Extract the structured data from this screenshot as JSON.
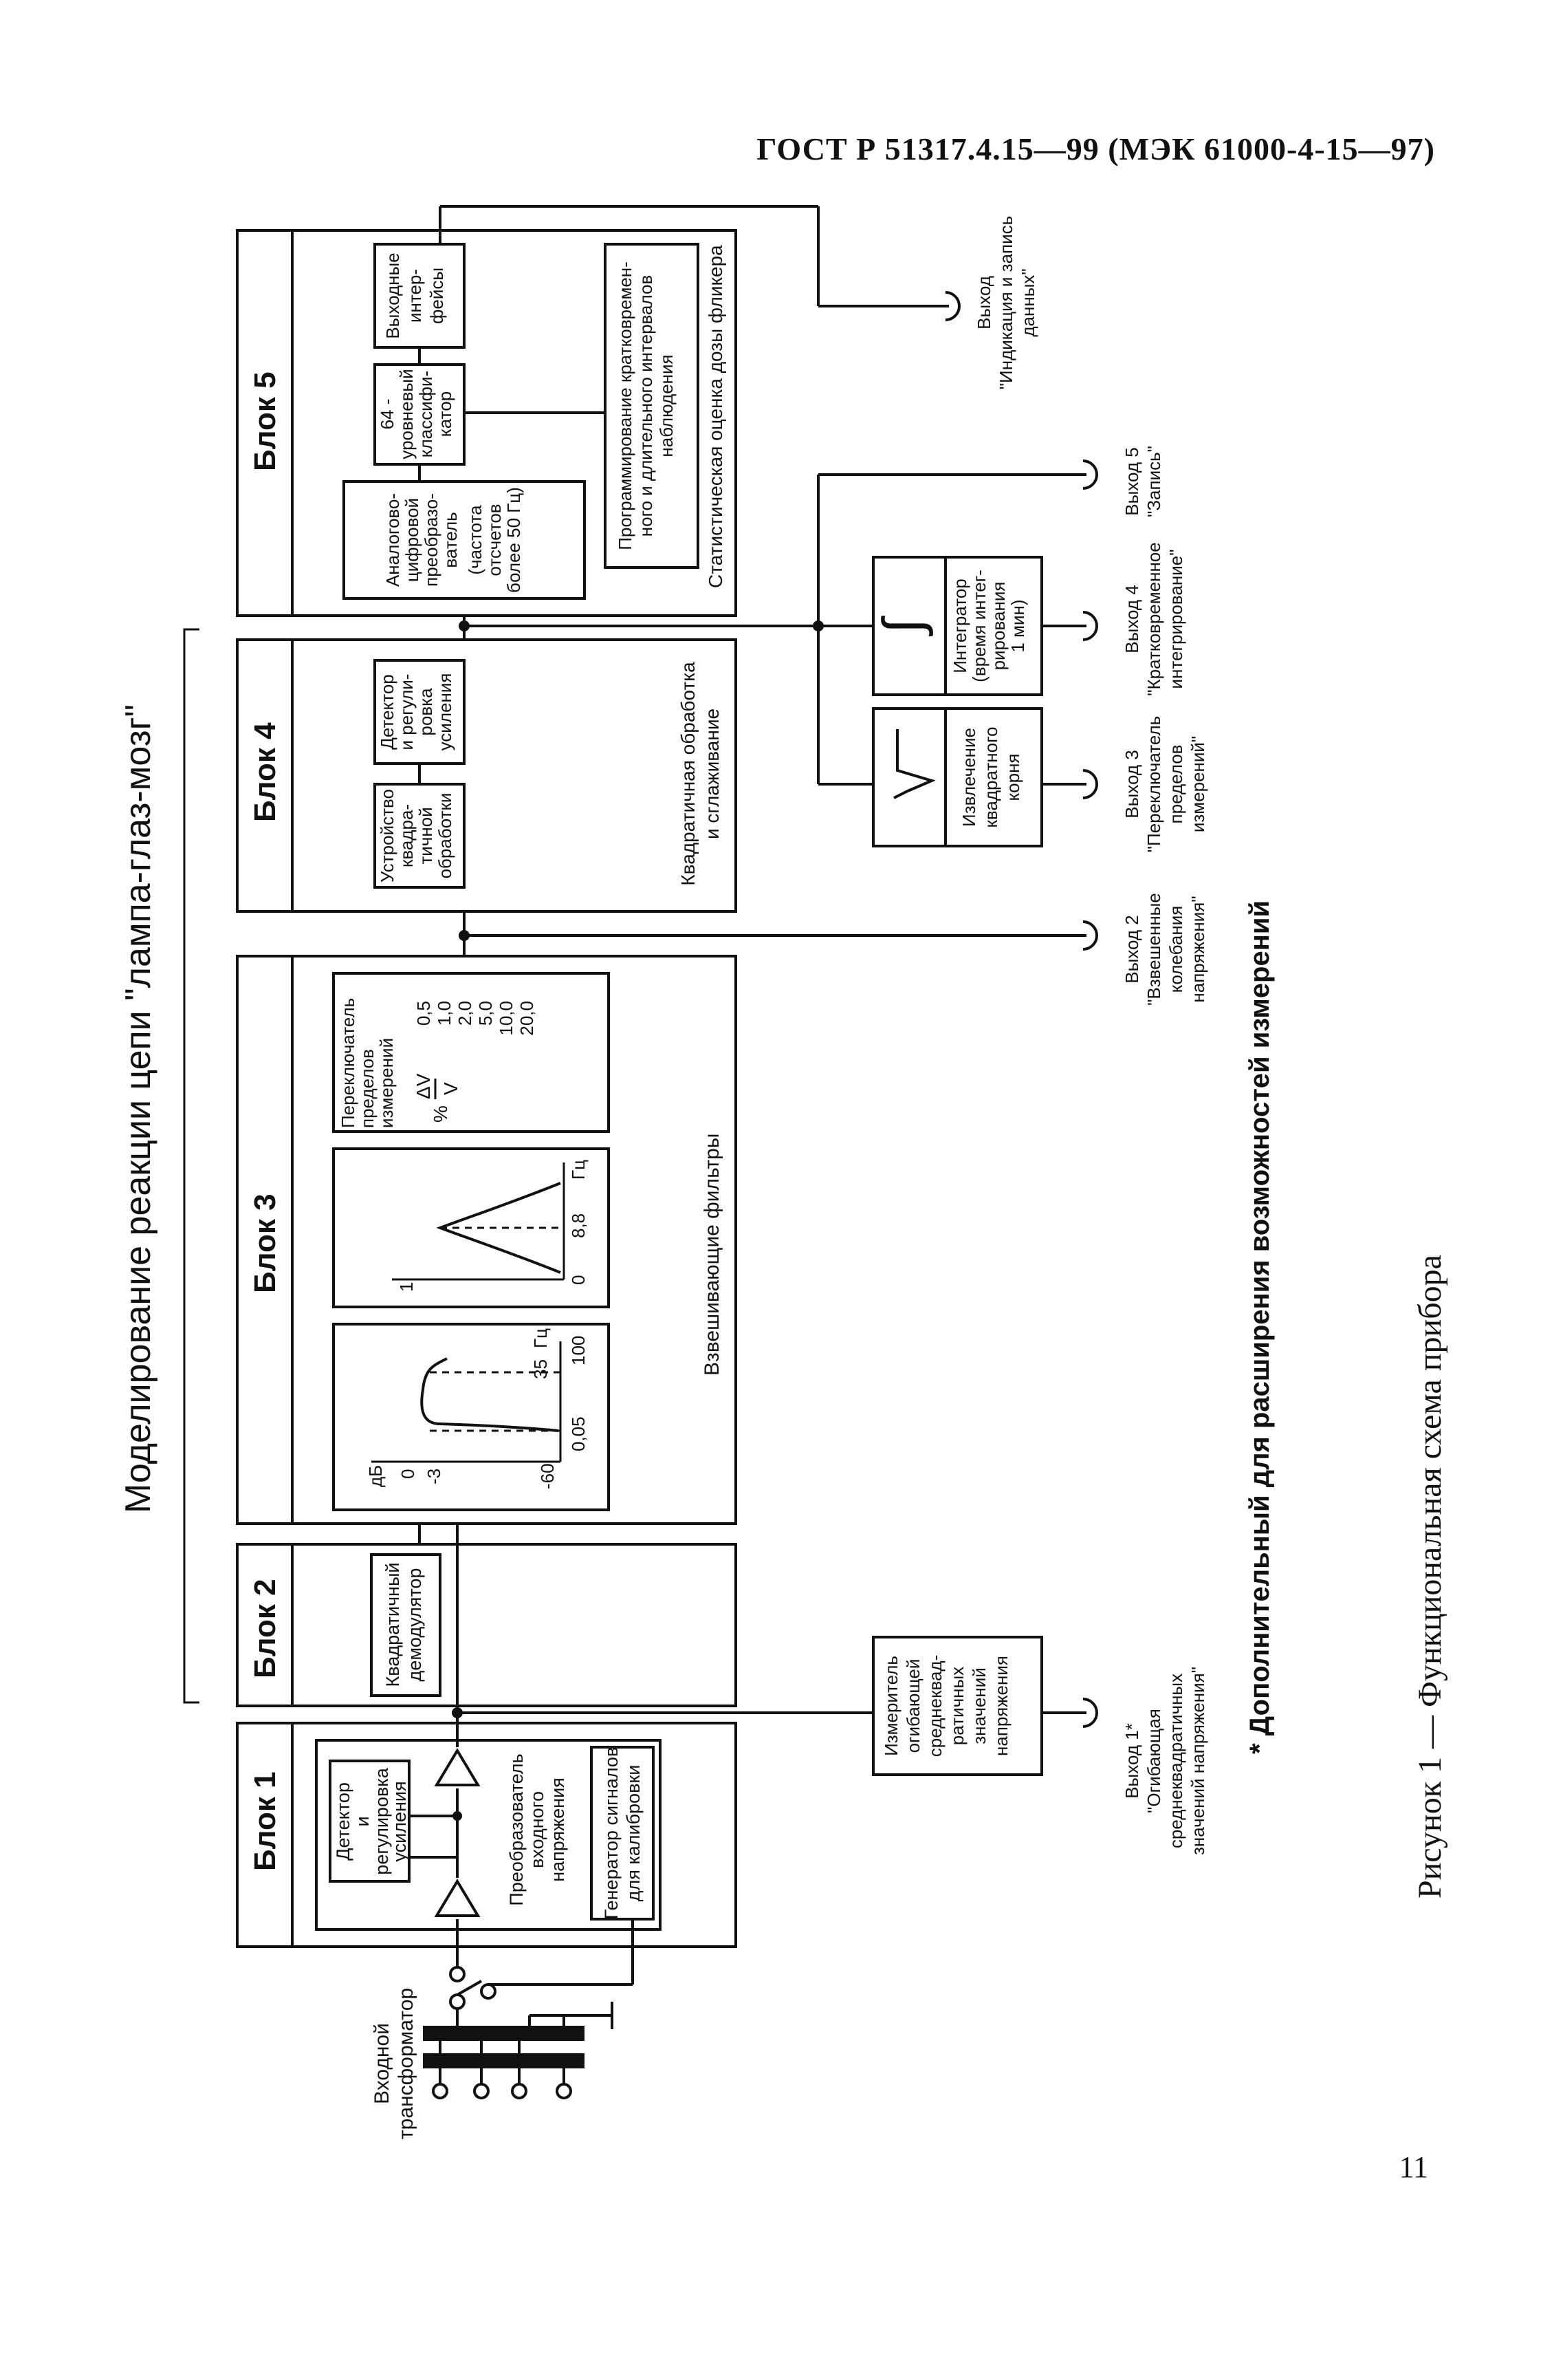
{
  "header": {
    "standard": "ГОСТ Р 51317.4.15—99 (МЭК 61000-4-15—97)"
  },
  "page_number": "11",
  "diagram": {
    "main_title": "Моделирование реакции цепи \"лампа-глаз-мозг\"",
    "figure_caption": "Рисунок 1 — Функциональная схема прибора",
    "footnote": "* Дополнительный для расширения возможностей измерений",
    "input_transformer": [
      "Входной",
      "трансформатор"
    ],
    "block1": {
      "title": "Блок 1",
      "detector": [
        "Детектор",
        "и",
        "регулировка",
        "усиления"
      ],
      "converter": [
        "Преобразователь",
        "входного",
        "напряжения"
      ],
      "generator": [
        "Генератор сигналов",
        "для калибровки"
      ]
    },
    "block2": {
      "title": "Блок 2",
      "demodulator": [
        "Квадратичный",
        "демодулятор"
      ]
    },
    "block3": {
      "title": "Блок 3",
      "filters_label": "Взвешивающие фильтры",
      "filter1": {
        "unit_db": "дБ",
        "y_ticks": [
          "0",
          "-3",
          "-60"
        ],
        "x_ticks": [
          "0,05",
          "35",
          "100"
        ],
        "unit_hz": "Гц"
      },
      "filter2": {
        "y_tick": "1",
        "x_ticks": [
          "0",
          "8,8"
        ],
        "unit_hz": "Гц"
      },
      "range_switch": {
        "title": [
          "Переключатель",
          "пределов",
          "измерений"
        ],
        "formula_percent": "%",
        "formula_num": "ΔV",
        "formula_den": "V",
        "values": [
          "0,5",
          "1,0",
          "2,0",
          "5,0",
          "10,0",
          "20,0"
        ]
      }
    },
    "block4": {
      "title": "Блок 4",
      "square_device": [
        "Устройство",
        "квадра-",
        "тичной",
        "обработки"
      ],
      "detector": [
        "Детектор",
        "и регули-",
        "ровка",
        "усиления"
      ],
      "label": [
        "Квадратичная обработка",
        "и сглаживание"
      ]
    },
    "block5": {
      "title": "Блок 5",
      "adc": [
        "Аналогово-",
        "цифровой",
        "преобразо-",
        "ватель",
        "(частота",
        "отсчетов",
        "более 50 Гц)"
      ],
      "classifier": [
        "64 -",
        "уровневый",
        "классифи-",
        "катор"
      ],
      "interfaces": [
        "Выходные",
        "интер-",
        "фейсы"
      ],
      "programming": [
        "Программирование кратковремен-",
        "ного и длительного интервалов",
        "наблюдения"
      ],
      "stat": "Статистическая оценка дозы фликера"
    },
    "rms_meter": [
      "Измеритель",
      "огибающей",
      "среднеквад-",
      "ратичных",
      "значений",
      "напряжения"
    ],
    "sqrt_label": [
      "Извлечение",
      "квадратного",
      "корня"
    ],
    "integrator_label": [
      "Интегратор",
      "(время интег-",
      "рирования",
      "1 мин)"
    ],
    "outputs": {
      "out1": [
        "Выход 1*",
        "\"Огибающая",
        "среднеквадратичных",
        "значений напряжения\""
      ],
      "out2": [
        "Выход 2",
        "\"Взвешенные",
        "колебания",
        "напряжения\""
      ],
      "out3": [
        "Выход 3",
        "\"Переключатель",
        "пределов",
        "измерений\""
      ],
      "out4": [
        "Выход 4",
        "\"Кратковременное",
        "интегрирование\""
      ],
      "out5": [
        "Выход 5",
        "\"Запись\""
      ],
      "out_data": [
        "Выход",
        "\"Индикация и запись",
        "данных\""
      ]
    }
  }
}
